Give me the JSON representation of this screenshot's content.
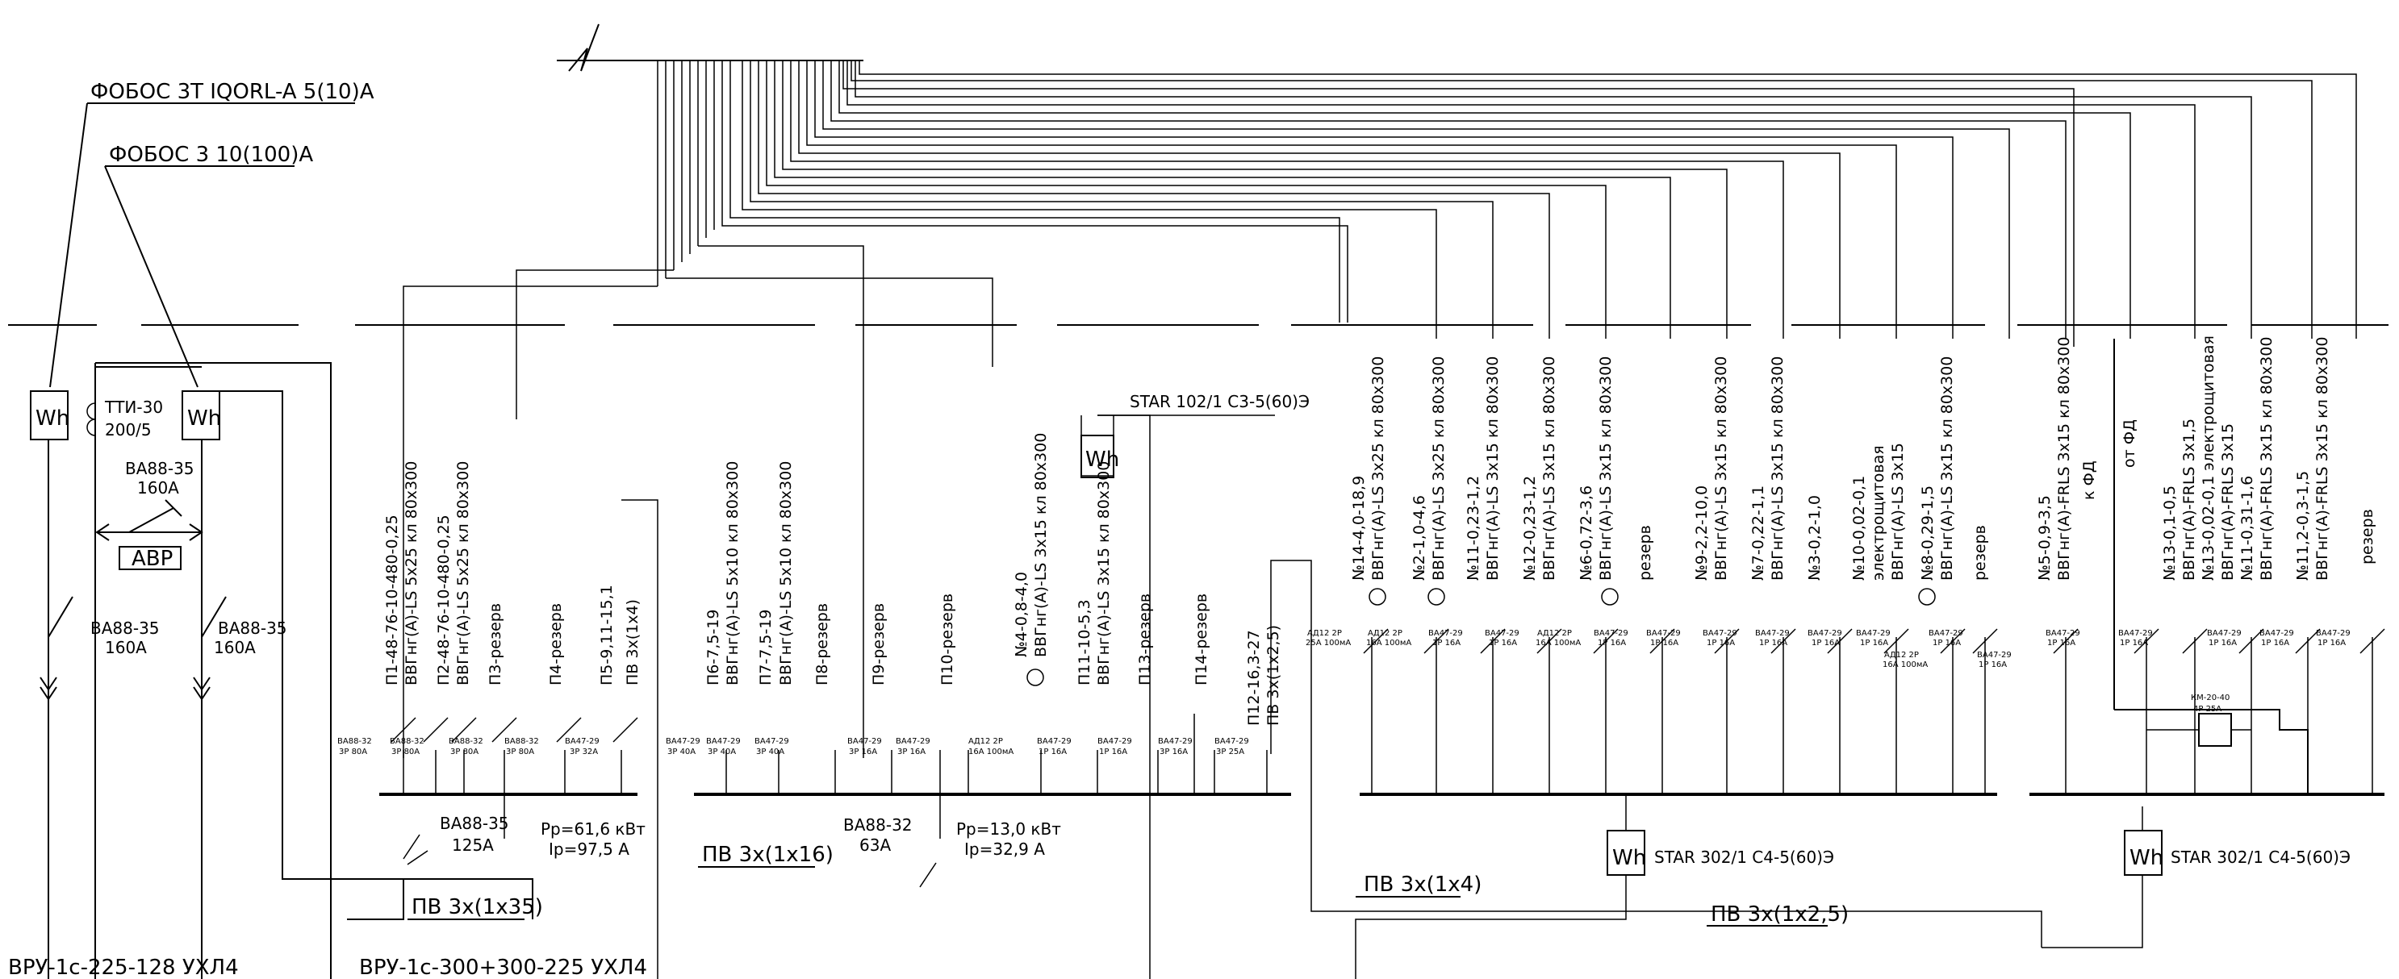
{
  "meters": {
    "fobos_3t": "ФОБОС 3Т IQORL-A 5(10)А",
    "fobos_3": "ФОБОС 3 10(100)А",
    "star_102": "STAR 102/1 С3-5(60)Э",
    "star_302": "STAR 302/1 С4-5(60)Э",
    "wh": "Wh"
  },
  "left_panel": {
    "tt": "ТТИ-30",
    "tt_ratio": "200/5",
    "breaker_main": "ВА88-35",
    "breaker_main_rating": "160А",
    "avr": "АВР",
    "breaker_1": "ВА88-35",
    "breaker_1_rating": "160А",
    "breaker_2": "ВА88-35",
    "breaker_2_rating": "160А",
    "vru_1": "ВРУ-1с-225-128 УХЛ4",
    "vru_2": "ВРУ-1с-300+300-225 УХЛ4"
  },
  "group1": {
    "feeders": [
      "П1-48-76-10-480-0,25",
      "ВВГнг(А)-LS 5х25 кл 80х300",
      "П2-48-76-10-480-0,25",
      "ВВГнг(А)-LS 5х25 кл 80х300",
      "П3-резерв",
      "П4-резерв",
      "П5-9,11-15,1",
      "ПВ 3х(1х4)"
    ],
    "breakers": [
      "ВА88-32",
      "3Р 80А",
      "ВА88-32",
      "3Р 80А",
      "ВА88-32",
      "3Р 80А",
      "ВА88-32",
      "3Р 80А",
      "ВА47-29",
      "3Р 32А"
    ],
    "main_breaker": "ВА88-35",
    "main_rating": "125А",
    "pr": "Рр=61,6 кВт",
    "ir": "Iр=97,5 А",
    "cable": "ПВ 3х(1х35)"
  },
  "group2": {
    "feeders": [
      "П6-7,5-19",
      "ВВГнг(А)-LS 5х10 кл 80х300",
      "П7-7,5-19",
      "ВВГнг(А)-LS 5х10 кл 80х300",
      "П8-резерв",
      "П9-резерв",
      "П10-резерв",
      "№4-0,8-4,0",
      "ВВГнг(А)-LS 3х15 кл 80х300",
      "П11-10-5,3",
      "ВВГнг(А)-LS 3х15 кл 80х300",
      "П13-резерв",
      "П14-резерв",
      "П12-16,3-27",
      "ПВ 3х(1х2,5)"
    ],
    "breakers": [
      "ВА47-29",
      "3Р 40А",
      "ВА47-29",
      "3Р 40А",
      "ВА47-29",
      "3Р 40А",
      "ВА47-29",
      "3Р 16А",
      "ВА47-29",
      "3Р 16А",
      "АД12 2Р",
      "16А 100мА",
      "ВА47-29",
      "1Р 16А",
      "ВА47-29",
      "1Р 16А",
      "ВА47-29",
      "3Р 16А",
      "ВА47-29",
      "3Р 25А"
    ],
    "main_breaker": "ВА88-32",
    "main_rating": "63А",
    "pr": "Рр=13,0 кВт",
    "ir": "Iр=32,9 А",
    "cable": "ПВ 3х(1х16)"
  },
  "group3": {
    "feeders": [
      "№14-4,0-18,9",
      "ВВГнг(А)-LS 3х25 кл 80х300",
      "№2-1,0-4,6",
      "ВВГнг(А)-LS 3х25 кл 80х300",
      "№11-0,23-1,2",
      "ВВГнг(А)-LS 3х15 кл 80х300",
      "№12-0,23-1,2",
      "ВВГнг(А)-LS 3х15 кл 80х300",
      "№6-0,72-3,6",
      "ВВГнг(А)-LS 3х15 кл 80х300",
      "резерв",
      "№9-2,2-10,0",
      "ВВГнг(А)-LS 3х15 кл 80х300",
      "№7-0,22-1,1",
      "ВВГнг(А)-LS 3х15 кл 80х300",
      "№3-0,2-1,0",
      "№10-0,02-0,1",
      "электрощитовая",
      "ВВГнг(А)-LS 3х15",
      "№8-0,29-1,5",
      "ВВГнг(А)-LS 3х15 кл 80х300",
      "резерв"
    ],
    "breakers": [
      "АД12 2Р",
      "25А 100мА",
      "АД12 2Р",
      "16А 100мА",
      "ВА47-29",
      "1Р 16А",
      "ВА47-29",
      "1Р 16А",
      "АД12 2Р",
      "16А 100мА",
      "ВА47-29",
      "1Р 16А",
      "ВА47-29",
      "1Р 16А",
      "ВА47-29",
      "1Р 16А",
      "ВА47-29",
      "1Р 16А",
      "ВА47-29",
      "1Р 16А",
      "ВА47-29",
      "1Р 16А",
      "АД12 2Р",
      "16А 100мА",
      "ВА47-29",
      "1Р 16А",
      "ВА47-29",
      "1Р 16А"
    ],
    "cable_a": "ПВ 3х(1х4)",
    "cable_b": "ПВ 3х(1х2,5)"
  },
  "group4": {
    "feeders": [
      "№5-0,9-3,5",
      "ВВГнг(А)-FRLS 3х15 кл 80х300",
      "к ФД",
      "от ФД",
      "№13-0,1-0,5",
      "ВВГнг(А)-FRLS 3х1,5",
      "№13-0,02-0,1 электрощитовая",
      "ВВГнг(А)-FRLS 3х15",
      "№11-0,31-1,6",
      "ВВГнг(А)-FRLS 3х15 кл 80х300",
      "№11,2-0,3-1,5",
      "ВВГнг(А)-FRLS 3х15 кл 80х300",
      "резерв"
    ],
    "breakers": [
      "ВА47-29",
      "1Р 16А",
      "ВА47-29",
      "1Р 16А",
      "ВА47-29",
      "1Р 16А",
      "ВА47-29",
      "1Р 16А",
      "ВА47-29",
      "1Р 16А"
    ],
    "contactor": "КМ-20-40",
    "contactor_rating": "4Р 25А"
  }
}
